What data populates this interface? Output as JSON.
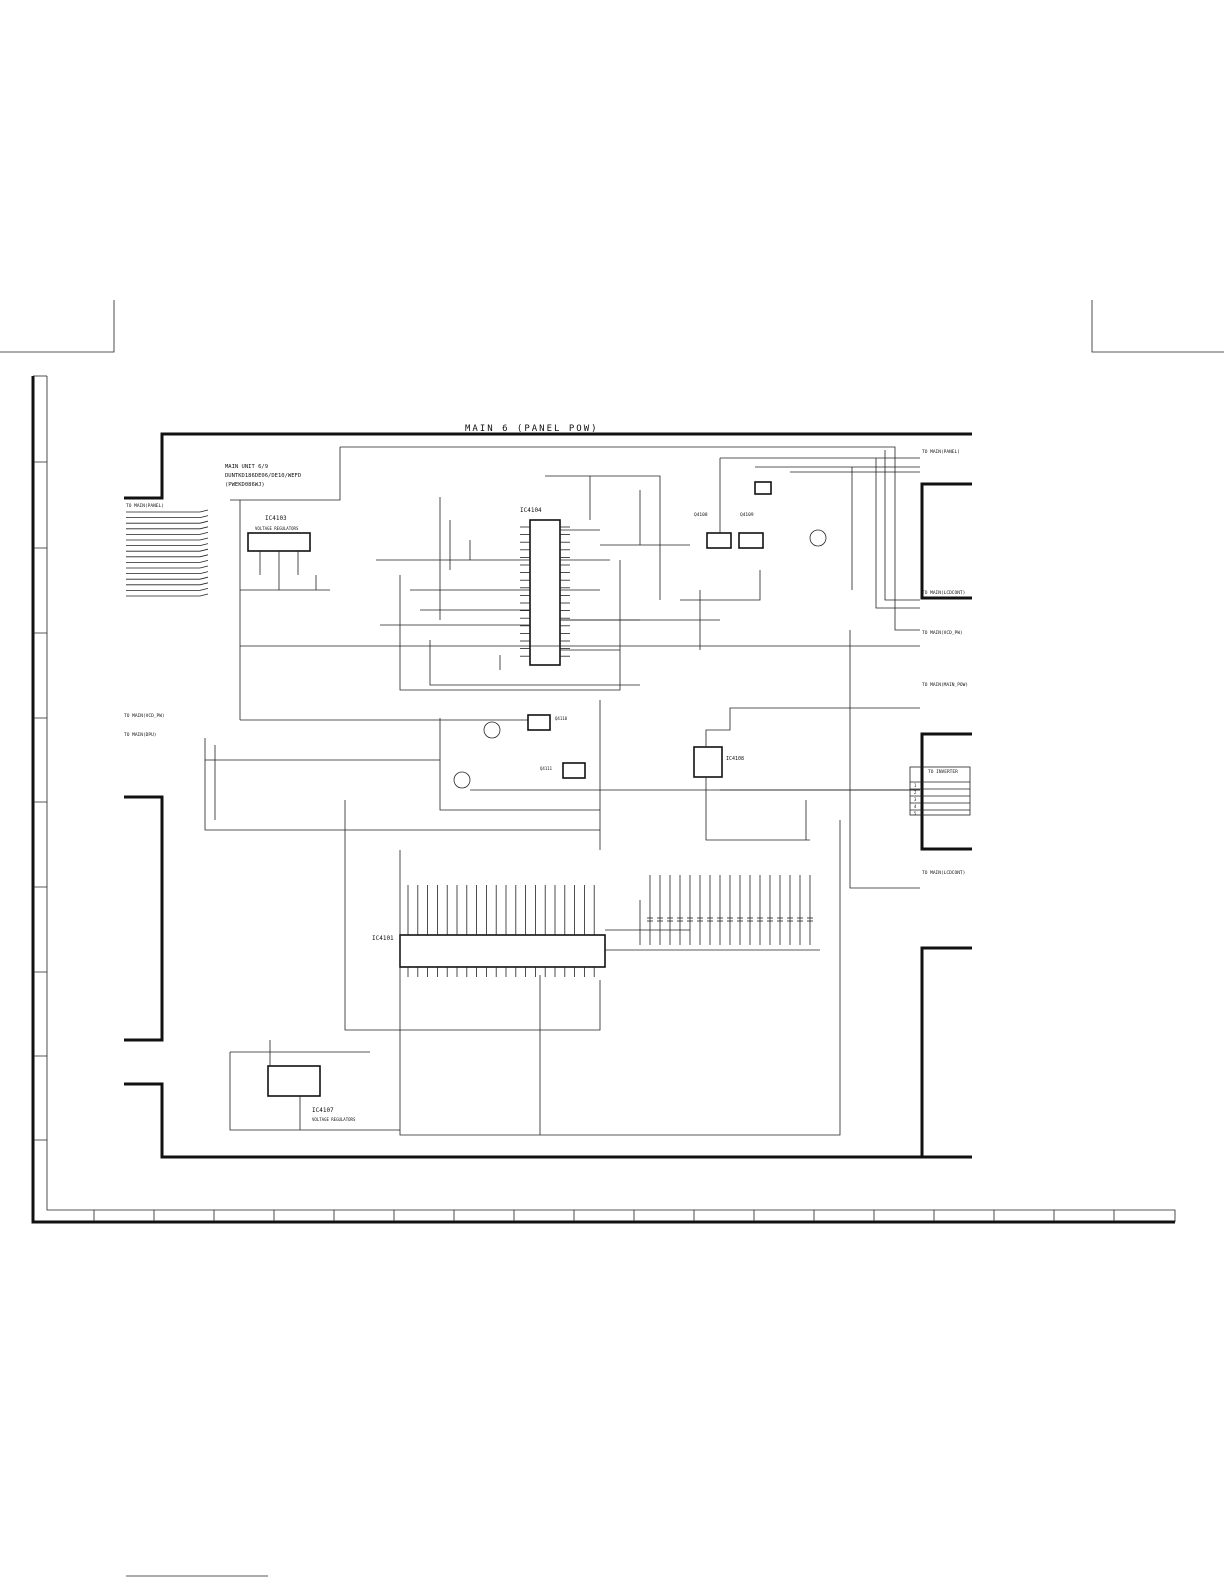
{
  "title": "MAIN 6 (PANEL POW)",
  "unit_note": {
    "line1": "MAIN UNIT 6/9",
    "line2": "DUNTKD186DE06/DE10/WEFD",
    "line3": "(PWEKD086WJ)"
  },
  "connectors_left": {
    "main_panel": "TO MAIN(PANEL)",
    "main_vcd_pwr": "TO MAIN(VCD_PW)",
    "main_dpu": "TO MAIN(DPU)"
  },
  "connectors_right": {
    "main_panel": "TO MAIN(PANEL)",
    "main_lcdcont": "TO MAIN(LCDCONT)",
    "main_vcd_pwr": "TO MAIN(VCD_PW)",
    "main_main_pow": "TO MAIN(MAIN_POW)",
    "main_lcdcont2": "TO MAIN(LCDCONT)",
    "to_inverter": "TO INVERTER"
  },
  "ic_labels": {
    "ic4103": "IC4103",
    "ic4103_desc": "VOLTAGE REGULATORS",
    "ic4104": "IC4104",
    "ic4108": "IC4108",
    "ic4101": "IC4101",
    "ic4107": "IC4107",
    "ic4107_desc": "VOLTAGE REGULATORS",
    "q4108": "Q4108",
    "q4109": "Q4109",
    "q4110": "Q4110",
    "q4111": "Q4111"
  },
  "inverter_pins": [
    "1",
    "2",
    "3",
    "4",
    "5"
  ]
}
